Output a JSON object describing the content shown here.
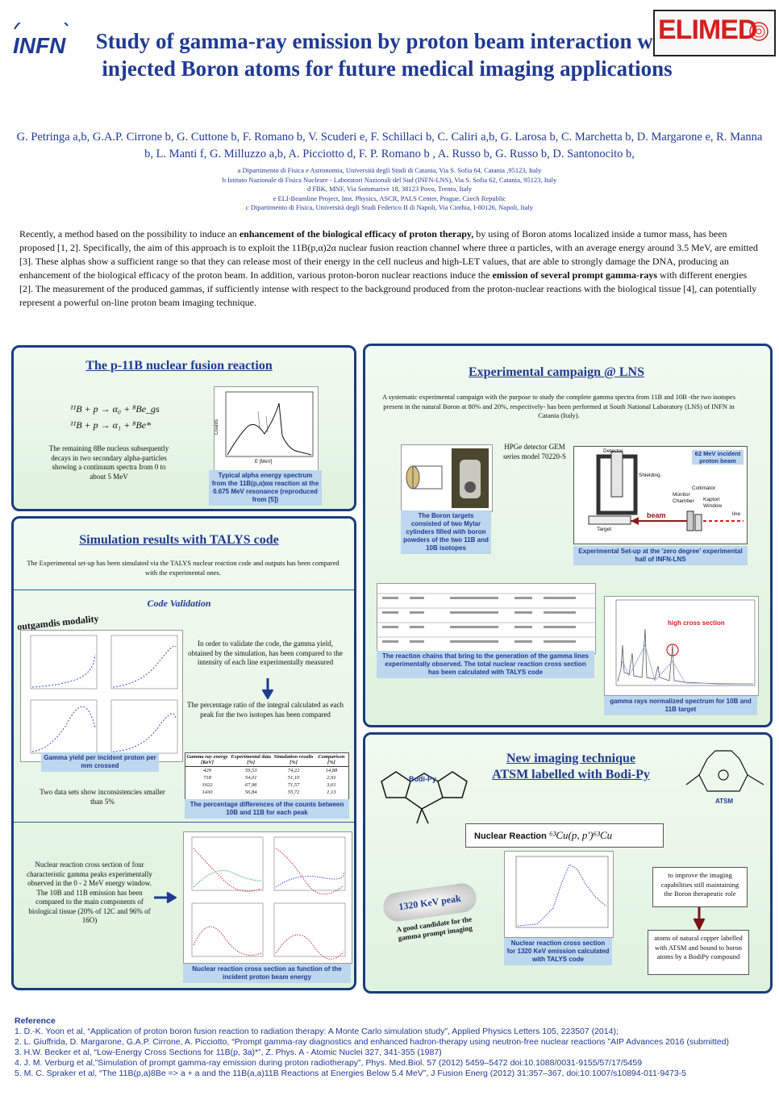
{
  "header": {
    "logo_left": "INFN",
    "logo_right": "ELIMED",
    "title": "Study of gamma-ray emission by proton beam interaction with injected Boron atoms for future medical imaging applications",
    "authors": "G. Petringa a,b, G.A.P. Cirrone b, G. Cuttone b, F. Romano b, V. Scuderi e, F. Schillaci b, C. Caliri a,b, G. Larosa b, C. Marchetta b, D. Margarone e, R. Manna b, L. Manti f, G. Milluzzo a,b, A. Picciotto d, F. P. Romano b , A. Russo b, G. Russo b, D. Santonocito b,",
    "affiliations": [
      "a Dipartimento di Fisica e Astronomia, Università degli Studi di Catania, Via S. Sofia 64, Catania ,95123, Italy",
      "b Istituto Nazionale di Fisica Nucleare - Laboratori Nazionali del Sud (INFN-LNS), Via S. Sofia 62, Catania, 95123, Italy",
      "d FBK, MNF, Via Sommarive 18, 38123 Povo, Trento, Italy",
      "e ELI-Beamline Project, Inst. Physics, ASCR, PALS Center, Prague, Czech Republic",
      "c Dipartimento di Fisica, Università degli Studi Federico II di Napoli, Via Cinthia, I-80126, Napoli, Italy"
    ]
  },
  "abstract": {
    "p1": "Recently, a method based on the possibility to induce an ",
    "b1": "enhancement of the biological efficacy of proton therapy,",
    "p2": " by using of Boron atoms localized inside a tumor mass, has been proposed [1, 2].  Specifically, the aim of this approach is to exploit the 11B(p,α)2α nuclear fusion reaction channel where three α particles, with an average energy around 3.5 MeV, are emitted [3]. These alphas show a sufficient range so that they can release most of their energy in the cell nucleus and high-LET values, that are able to strongly damage the DNA, producing an enhancement of the biological efficacy of the proton beam. In addition, various proton-boron nuclear reactions induce the ",
    "b2": "emission of several prompt gamma-rays",
    "p3": " with different energies [2]. The measurement of the produced gammas, if sufficiently intense with respect to the background produced from the proton-nuclear reactions with the biological tissue [4], can potentially represent a powerful on-line proton beam imaging technique."
  },
  "panel_fusion": {
    "title": "The p-11B nuclear fusion reaction",
    "eq1": "¹¹B + p → α₀ + ⁸Be_gs",
    "eq2": "¹¹B + p → α₁ + ⁸Be*",
    "text": "The remaining 8Be nucleus subsequently decays in two secondary alpha-particles showing a continuum spectra from 0 to about 5 MeV",
    "caption": "Typical alpha energy spectrum from the 11B(p,α)αα reaction at the 0.675 MeV resonance (reproduced from [5])",
    "fig_xlabel": "E [MeV]",
    "fig_ylabel": "Counts"
  },
  "panel_talys": {
    "title": "Simulation results with TALYS code",
    "intro": "The Experimental set-up has been simulated via the TALYS nuclear reaction code and outputs has been compared with the experimental ones.",
    "subtitle": "Code Validation",
    "mode": "outgamdis modality",
    "text1": "In order to validate the code, the gamma yield, obtained by the simulation, has been compared to the intensity of each line experimentally measured",
    "text2": "The percentage ratio of the integral calculated as each peak for the two isotopes has been compared",
    "cap_yield": "Gamma yield per incident proton per mm crossed",
    "text3": "Two data sets show inconsistencies smaller than 5%",
    "table": {
      "headers": [
        "Gamma ray energy [KeV]",
        "Experimental data [%]",
        "Simulation results [%]",
        "Comparison [%]"
      ],
      "rows": [
        [
          "429",
          "59,53",
          "74,22",
          "14,88"
        ],
        [
          "718",
          "54,01",
          "51,10",
          "2,91"
        ],
        [
          "1022",
          "67,96",
          "71,57",
          "3,61"
        ],
        [
          "1430",
          "56,84",
          "55,72",
          "1,13"
        ]
      ]
    },
    "cap_table": "The percentage differences of the counts between 10B and 11B for each peak",
    "text4": "Nuclear reaction cross section of four characteristic gamma peaks experimentally observed in the 0 - 2 MeV energy window. The 10B and 11B emission has been compared to the main components of biological tissue (20% of 12C and 96% of 16O)",
    "cap_cross": "Nuclear reaction cross section as function of the incident proton beam energy"
  },
  "panel_lns": {
    "title": "Experimental campaign @ LNS",
    "intro": "A systematic experimental campaign with the purpose to study the complete gamma spectra from 11B and 10B -the two isotopes present in the natural Boron at 80% and 20%, respectively- has been performed at South National Laboratory (LNS) of INFN in Catania (Italy).",
    "hpge": "HPGe detector GEM series model 70220-S",
    "cap_targets": "The Boron targets consisted of two Mylar cylinders filled with boron powders of the two 11B and 10B isotopes",
    "setup_labels": {
      "detector": "Detector",
      "shielding": "Shielding",
      "monitor": "Monitor Chamber",
      "collimator": "Collimator",
      "kapton": "Kapton Window",
      "line": "line",
      "beam": "beam",
      "target": "Target",
      "proton": "62 MeV incident proton beam"
    },
    "cap_setup": "Experimental Set-up at the 'zero degree' experimental hall of INFN-LNS",
    "cap_chains": "The reaction chains that bring to the generation of the gamma lines experimentally observed. The total nuclear reaction cross section has been calculated with TALYS code",
    "high_cross": "high cross section",
    "cap_spectrum": "gamma rays normalized spectrum for 10B and 11B target"
  },
  "panel_imaging": {
    "title1": "New imaging technique",
    "title2": "ATSM labelled with Bodi-Py",
    "bodipy": "Bodi-Py",
    "atsm": "ATSM",
    "reaction_label": "Nuclear Reaction",
    "reaction": "⁶³Cu(p, p′)⁶³Cu",
    "peak": "1320 KeV peak",
    "candidate": "A good candidate for the gamma prompt imaging",
    "cap_cross": "Nuclear reaction cross section for 1320 KeV emission calculated with TALYS code",
    "box1": "to improve the imaging capabilities still maintaining the Boron therapeutic role",
    "box2": "atoms of natural copper labelled with ATSM and bound to boron atoms by a BodiPy compound"
  },
  "references": {
    "heading": "Reference",
    "items": [
      "1. D.-K. Yoon et al, “Application of proton boron fusion reaction to radiation therapy: A Monte Carlo simulation study”, Applied Physics Letters 105, 223507 (2014);",
      "2. L. Giuffrida, D. Margarone, G.A.P. Cirrone, A. Picciotto, “Prompt gamma-ray diagnostics and enhanced hadron-therapy using neutron-free nuclear reactions ”AIP Advances 2016 (submitted)",
      "3. H.W. Becker et al, “Low-Energy Cross Sections for 11B(p, 3a)*”, Z. Phys. A - Atomic Nuclei 327, 341-355 (1987)",
      "4. J. M. Verburg et al,”Simulation of prompt gamma-ray emission during proton radiotherapy”, Phys. Med.Biol. 57 (2012) 5459–5472 doi:10.1088/0031-9155/57/17/5459",
      "5. M. C. Spraker et al, “The 11B(p,a)8Be => a + a and the 11B(a,a)11B Reactions at Energies Below 5.4 MeV”, J Fusion Energ (2012) 31:357–367, doi:10.1007/s10894-011-9473-5"
    ]
  },
  "colors": {
    "title_blue": "#1f3a93",
    "panel_border": "#1a3d7c",
    "caption_bg": "#bdd7ee",
    "accent_red": "#d81e1e"
  }
}
